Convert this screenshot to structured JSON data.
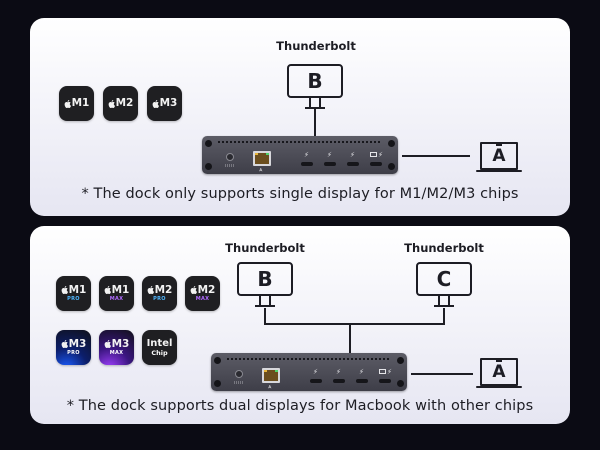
{
  "colors": {
    "background": "#0b0b14",
    "panel": "#f1f1f8",
    "ink": "#1d1d24",
    "chip_dark": "#1f1f22",
    "pro_label": "#4fb7ff",
    "max_label": "#b06bff",
    "dock_body": "#4a4a54"
  },
  "panel_single": {
    "chips": [
      {
        "name": "M1",
        "variant": ""
      },
      {
        "name": "M2",
        "variant": ""
      },
      {
        "name": "M3",
        "variant": ""
      }
    ],
    "monitor_b": {
      "port_label": "Thunderbolt",
      "letter": "B"
    },
    "laptop": {
      "letter": "A"
    },
    "note": "* The dock only supports single display for M1/M2/M3 chips"
  },
  "panel_dual": {
    "chips": [
      {
        "name": "M1",
        "variant": "PRO"
      },
      {
        "name": "M1",
        "variant": "MAX"
      },
      {
        "name": "M2",
        "variant": "PRO"
      },
      {
        "name": "M2",
        "variant": "MAX"
      },
      {
        "name": "M3",
        "variant": "PRO"
      },
      {
        "name": "M3",
        "variant": "MAX"
      },
      {
        "name": "Intel",
        "variant": "Chip"
      }
    ],
    "monitor_b": {
      "port_label": "Thunderbolt",
      "letter": "B"
    },
    "monitor_c": {
      "port_label": "Thunderbolt",
      "letter": "C"
    },
    "laptop": {
      "letter": "A"
    },
    "note": "* The dock supports dual displays for Macbook with other chips"
  },
  "icons": {
    "apple": "apple-logo-icon",
    "thunderbolt": "⚡",
    "ethernet": "⩓"
  }
}
